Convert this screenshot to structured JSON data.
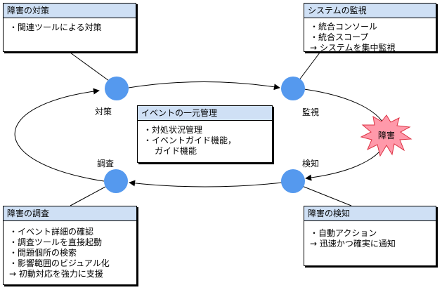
{
  "boxes": {
    "taisaku": {
      "title": "障害の対策",
      "items": [
        "・関連ツールによる対策"
      ]
    },
    "kanshi": {
      "title": "システムの監視",
      "items": [
        "・統合コンソール",
        "・統合スコープ",
        "→ システムを集中監視"
      ]
    },
    "event": {
      "title": "イベントの一元管理",
      "items": [
        "・対処状況管理",
        "・イベントガイド機能，",
        "ガイド機能"
      ]
    },
    "chosa": {
      "title": "障害の調査",
      "items": [
        "・イベント詳細の確認",
        "・調査ツールを直接起動",
        "・問題個所の検索",
        "・影響範囲のビジュアル化",
        "→ 初動対応を強力に支援"
      ]
    },
    "kenchi": {
      "title": "障害の検知",
      "items": [
        "・自動アクション",
        "→ 迅速かつ確実に通知"
      ]
    }
  },
  "nodes": {
    "taisaku": "対策",
    "kanshi": "監視",
    "kenchi": "検知",
    "chosa": "調査"
  },
  "fault_label": "障害",
  "colors": {
    "node": "#5599ee",
    "header": "#cfe0f5",
    "fault": "#ff99aa"
  }
}
